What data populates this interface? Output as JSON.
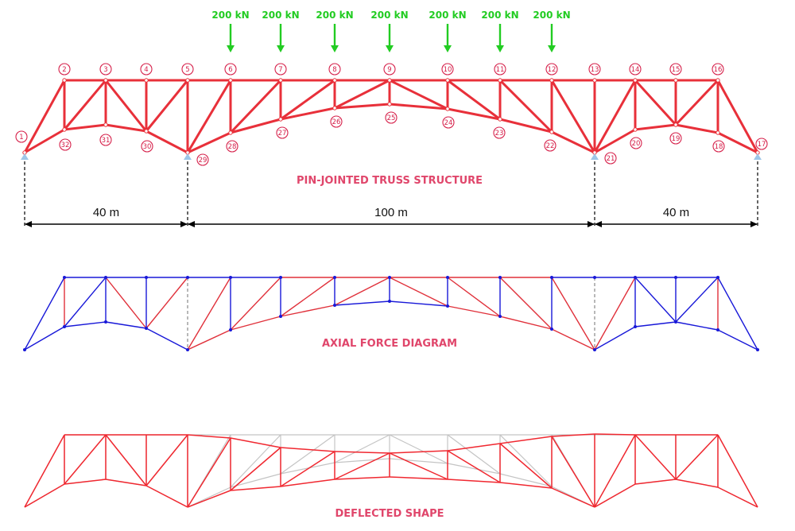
{
  "titles": {
    "structure": "PIN-JOINTED TRUSS STRUCTURE",
    "axial": "AXIAL FORCE DIAGRAM",
    "deflected": "DEFLECTED SHAPE"
  },
  "spans": [
    {
      "label": "40 m",
      "from_node": 1,
      "to_node": 29
    },
    {
      "label": "100 m",
      "from_node": 29,
      "to_node": 21
    },
    {
      "label": "40 m",
      "from_node": 21,
      "to_node": 17
    }
  ],
  "loads": [
    {
      "node": 6,
      "label": "200 kN"
    },
    {
      "node": 7,
      "label": "200 kN"
    },
    {
      "node": 8,
      "label": "200 kN"
    },
    {
      "node": 9,
      "label": "200 kN"
    },
    {
      "node": 10,
      "label": "200 kN"
    },
    {
      "node": 11,
      "label": "200 kN"
    },
    {
      "node": 12,
      "label": "200 kN"
    }
  ],
  "supports": [
    1,
    29,
    21,
    17
  ],
  "nodes": [
    {
      "id": 1,
      "label": "1"
    },
    {
      "id": 2,
      "label": "2"
    },
    {
      "id": 3,
      "label": "3"
    },
    {
      "id": 4,
      "label": "4"
    },
    {
      "id": 5,
      "label": "5"
    },
    {
      "id": 6,
      "label": "6"
    },
    {
      "id": 7,
      "label": "7"
    },
    {
      "id": 8,
      "label": "8"
    },
    {
      "id": 9,
      "label": "9"
    },
    {
      "id": 10,
      "label": "10"
    },
    {
      "id": 11,
      "label": "11"
    },
    {
      "id": 12,
      "label": "12"
    },
    {
      "id": 13,
      "label": "13"
    },
    {
      "id": 14,
      "label": "14"
    },
    {
      "id": 15,
      "label": "15"
    },
    {
      "id": 16,
      "label": "16"
    },
    {
      "id": 17,
      "label": "17"
    },
    {
      "id": 18,
      "label": "18"
    },
    {
      "id": 19,
      "label": "19"
    },
    {
      "id": 20,
      "label": "20"
    },
    {
      "id": 21,
      "label": "21"
    },
    {
      "id": 22,
      "label": "22"
    },
    {
      "id": 23,
      "label": "23"
    },
    {
      "id": 24,
      "label": "24"
    },
    {
      "id": 25,
      "label": "25"
    },
    {
      "id": 26,
      "label": "26"
    },
    {
      "id": 27,
      "label": "27"
    },
    {
      "id": 28,
      "label": "28"
    },
    {
      "id": 29,
      "label": "29"
    },
    {
      "id": 30,
      "label": "30"
    },
    {
      "id": 31,
      "label": "31"
    },
    {
      "id": 32,
      "label": "32"
    }
  ],
  "members": [
    [
      2,
      3
    ],
    [
      3,
      4
    ],
    [
      4,
      5
    ],
    [
      5,
      6
    ],
    [
      6,
      7
    ],
    [
      7,
      8
    ],
    [
      8,
      9
    ],
    [
      9,
      10
    ],
    [
      10,
      11
    ],
    [
      11,
      12
    ],
    [
      12,
      13
    ],
    [
      13,
      14
    ],
    [
      14,
      15
    ],
    [
      15,
      16
    ],
    [
      1,
      32
    ],
    [
      32,
      31
    ],
    [
      31,
      30
    ],
    [
      30,
      29
    ],
    [
      29,
      28
    ],
    [
      28,
      27
    ],
    [
      27,
      26
    ],
    [
      26,
      25
    ],
    [
      25,
      24
    ],
    [
      24,
      23
    ],
    [
      23,
      22
    ],
    [
      22,
      21
    ],
    [
      21,
      20
    ],
    [
      20,
      19
    ],
    [
      19,
      18
    ],
    [
      18,
      17
    ],
    [
      1,
      2
    ],
    [
      2,
      32
    ],
    [
      3,
      31
    ],
    [
      4,
      30
    ],
    [
      5,
      29
    ],
    [
      6,
      28
    ],
    [
      7,
      27
    ],
    [
      8,
      26
    ],
    [
      9,
      25
    ],
    [
      10,
      24
    ],
    [
      11,
      23
    ],
    [
      12,
      22
    ],
    [
      13,
      21
    ],
    [
      14,
      20
    ],
    [
      15,
      19
    ],
    [
      16,
      18
    ],
    [
      16,
      17
    ],
    [
      32,
      3
    ],
    [
      3,
      30
    ],
    [
      30,
      5
    ],
    [
      29,
      6
    ],
    [
      28,
      7
    ],
    [
      27,
      8
    ],
    [
      26,
      9
    ],
    [
      9,
      24
    ],
    [
      10,
      23
    ],
    [
      11,
      22
    ],
    [
      12,
      21
    ],
    [
      21,
      14
    ],
    [
      14,
      19
    ],
    [
      19,
      16
    ]
  ],
  "axial_colors": {
    "tension": "#e0303a",
    "compression": "#1818d8",
    "zero": "#9a9a9a"
  },
  "colors": {
    "structure": "#e8303a",
    "load": "#22cc22",
    "node_label": "#d6204a",
    "title": "#e0466b",
    "support": "#9ec6e8",
    "deflected": "#f02830",
    "undeformed": "#c4c4c4",
    "dimension": "#000000"
  }
}
